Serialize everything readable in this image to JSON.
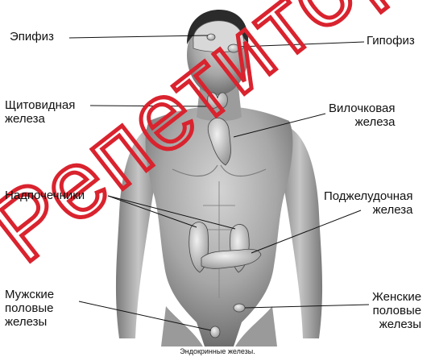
{
  "labels": {
    "epiphysis": "Эпифиз",
    "pituitary": "Гипофиз",
    "thyroid": "Щитовидная\nжелеза",
    "thymus": "Вилочковая\nжелеза",
    "adrenals": "Надпочечники",
    "pancreas": "Поджелудочная\nжелеза",
    "male_gonads": "Мужские\nполовые\nжелезы",
    "female_gonads": "Женские\nполовые\nжелезы"
  },
  "caption": "Эндокринные железы.",
  "watermark": {
    "text": "Репетитор",
    "color": "#d9232e"
  },
  "colors": {
    "body": "#a9a9a9",
    "gland": "#cfcfcf",
    "line": "#111111"
  }
}
